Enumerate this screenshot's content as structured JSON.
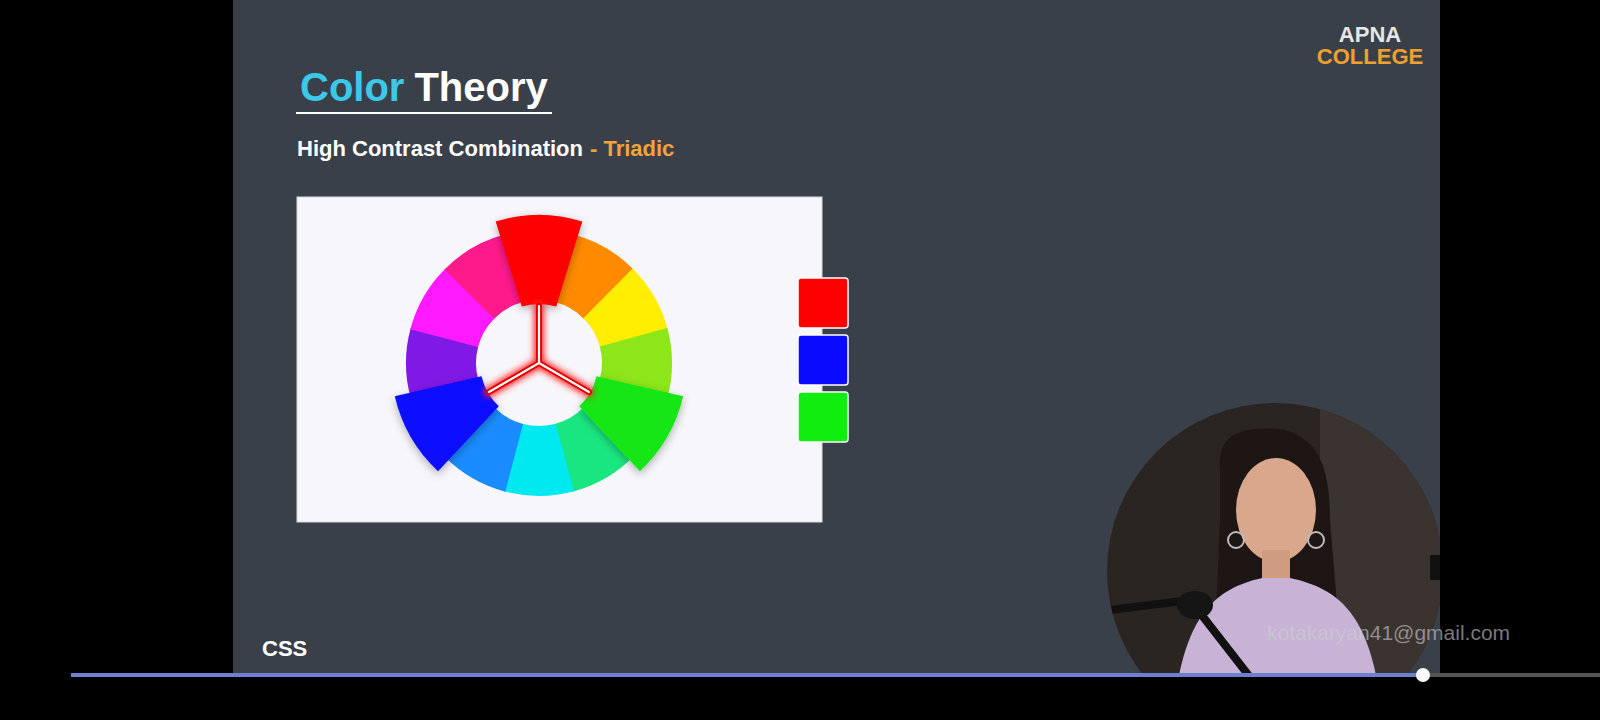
{
  "diagram": {
    "labels": [
      "Color",
      "Theory",
      "High Contrast Combination",
      "- Triadic",
      "APNA",
      "COLLEGE",
      "CSS",
      "kotakaryan41@gmail.com"
    ]
  }
}
